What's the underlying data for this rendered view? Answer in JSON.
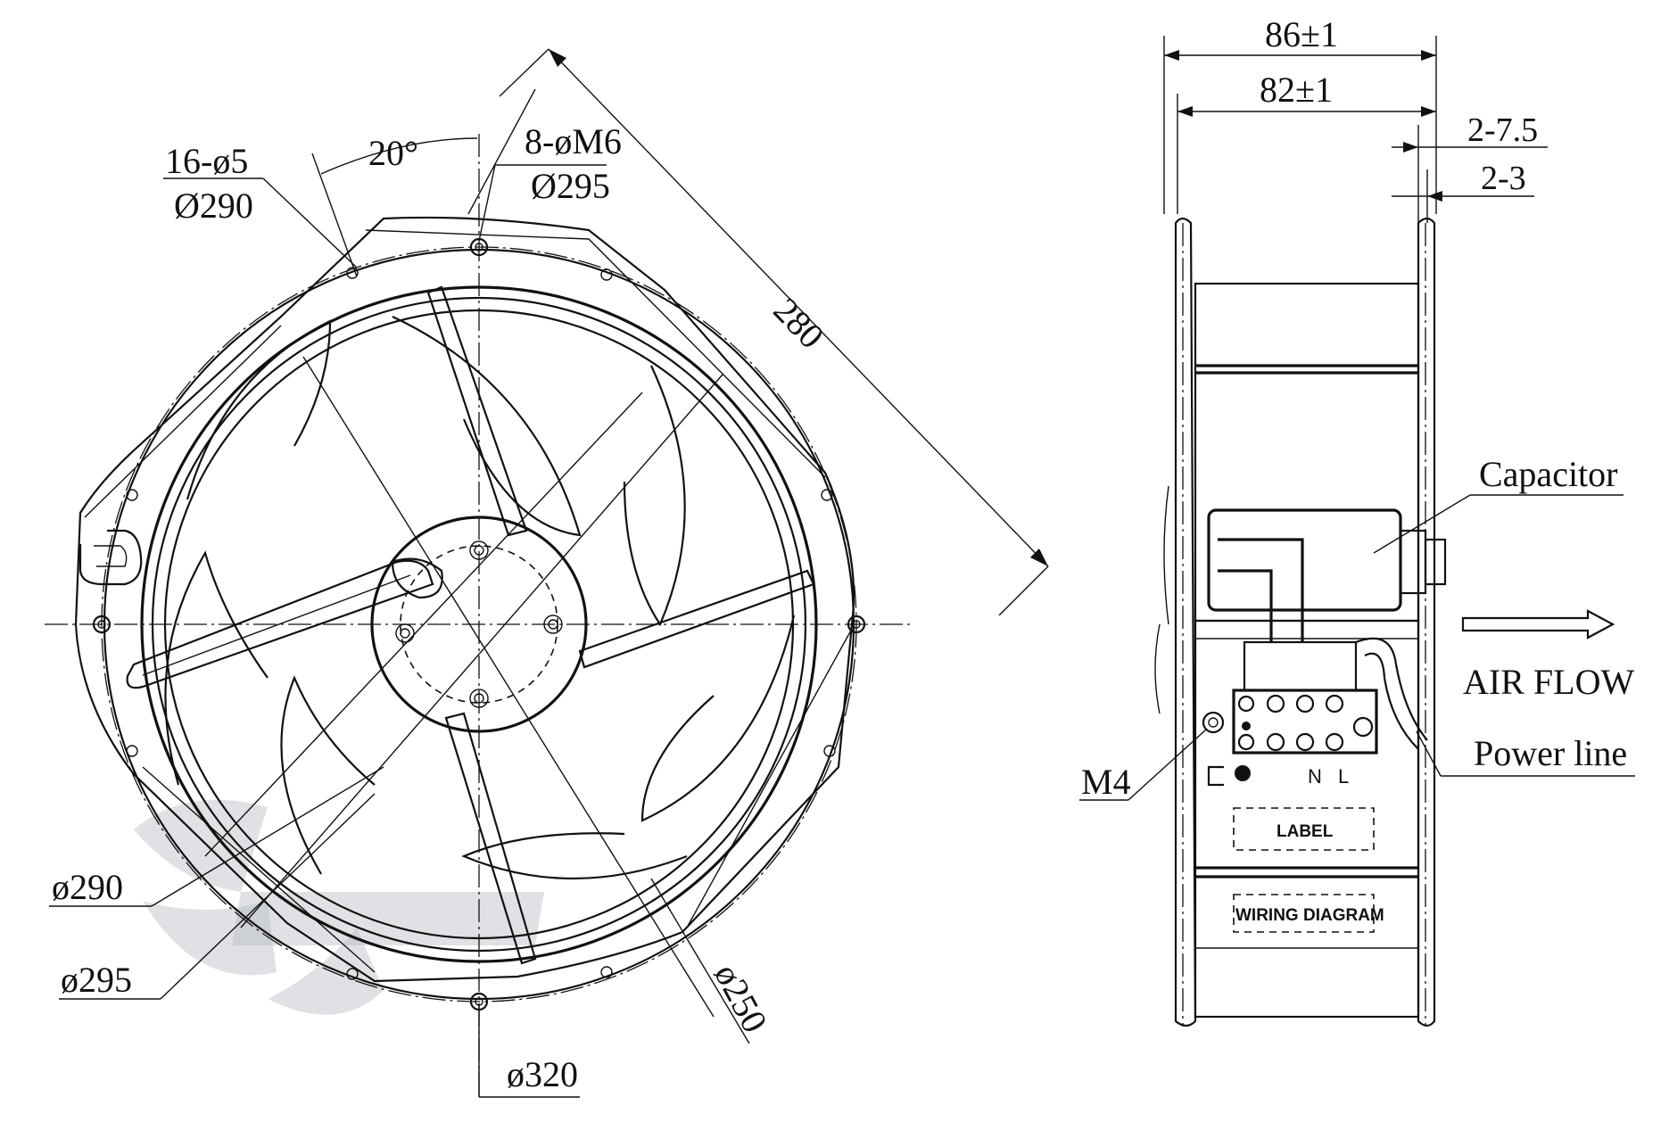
{
  "front_view": {
    "dim_holes_top": "16-ø5",
    "dim_holes_bottom": "Ø290",
    "dim_angle": "20°",
    "dim_mount_top": "8-øM6",
    "dim_mount_bottom": "Ø295",
    "dim_square": "280",
    "dim_d290": "ø290",
    "dim_d295": "ø295",
    "dim_d250": "ø250",
    "dim_d320": "ø320"
  },
  "side_view": {
    "dim_width_outer": "86±1",
    "dim_width_inner": "82±1",
    "dim_flange_outer": "2-7.5",
    "dim_flange_inner": "2-3",
    "label_capacitor": "Capacitor",
    "label_air_flow": "AIR FLOW",
    "label_power_line": "Power line",
    "label_m4": "M4",
    "terminal_n": "N",
    "terminal_l": "L",
    "box_label": "LABEL",
    "box_wiring": "WIRING DIAGRAM"
  }
}
